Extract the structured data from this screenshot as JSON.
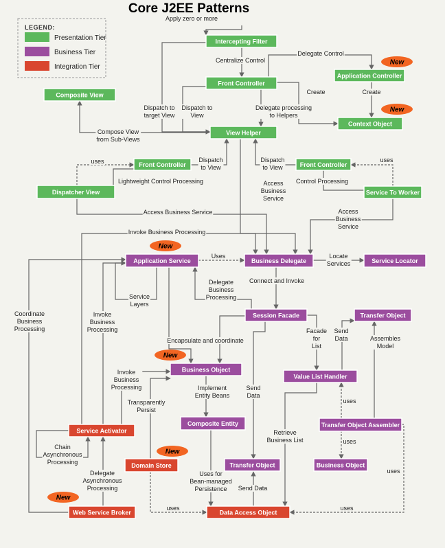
{
  "title": "Core J2EE Patterns",
  "legend": {
    "heading": "LEGEND:",
    "items": [
      {
        "label": "Presentation Tier",
        "color": "#5cb85c"
      },
      {
        "label": "Business Tier",
        "color": "#9b4d9e"
      },
      {
        "label": "Integration Tier",
        "color": "#d9462f"
      }
    ]
  },
  "colors": {
    "presentation": "#5cb85c",
    "business": "#9b4d9e",
    "integration": "#d9462f",
    "badge": "#f26522",
    "line": "#666666"
  },
  "badge_label": "New",
  "nodes": [
    {
      "id": "interceptingFilter",
      "label": "Intercepting Filter",
      "tier": "presentation"
    },
    {
      "id": "frontController",
      "label": "Front Controller",
      "tier": "presentation"
    },
    {
      "id": "applicationController",
      "label": "Application Controller",
      "tier": "presentation"
    },
    {
      "id": "compositeView",
      "label": "Composite View",
      "tier": "presentation"
    },
    {
      "id": "contextObject",
      "label": "Context Object",
      "tier": "presentation"
    },
    {
      "id": "viewHelper",
      "label": "View Helper",
      "tier": "presentation"
    },
    {
      "id": "frontControllerLeft",
      "label": "Front Controller",
      "tier": "presentation"
    },
    {
      "id": "frontControllerRight",
      "label": "Front Controller",
      "tier": "presentation"
    },
    {
      "id": "dispatcherView",
      "label": "Dispatcher View",
      "tier": "presentation"
    },
    {
      "id": "serviceToWorker",
      "label": "Service To Worker",
      "tier": "presentation"
    },
    {
      "id": "applicationService",
      "label": "Application Service",
      "tier": "business"
    },
    {
      "id": "businessDelegate",
      "label": "Business Delegate",
      "tier": "business"
    },
    {
      "id": "serviceLocator",
      "label": "Service Locator",
      "tier": "business"
    },
    {
      "id": "sessionFacade",
      "label": "Session Facade",
      "tier": "business"
    },
    {
      "id": "transferObjectTop",
      "label": "Transfer Object",
      "tier": "business"
    },
    {
      "id": "businessObjectMain",
      "label": "Business Object",
      "tier": "business"
    },
    {
      "id": "valueListHandler",
      "label": "Value List Handler",
      "tier": "business"
    },
    {
      "id": "compositeEntity",
      "label": "Composite Entity",
      "tier": "business"
    },
    {
      "id": "transferObjectAssembler",
      "label": "Transfer Object Assembler",
      "tier": "business"
    },
    {
      "id": "serviceActivator",
      "label": "Service Activator",
      "tier": "integration"
    },
    {
      "id": "domainStore",
      "label": "Domain Store",
      "tier": "integration"
    },
    {
      "id": "transferObjectBottom",
      "label": "Transfer Object",
      "tier": "business"
    },
    {
      "id": "businessObjectSmall",
      "label": "Business Object",
      "tier": "business"
    },
    {
      "id": "webServiceBroker",
      "label": "Web Service Broker",
      "tier": "integration"
    },
    {
      "id": "dataAccessObject",
      "label": "Data Access Object",
      "tier": "integration"
    }
  ],
  "edge_labels": [
    {
      "id": "applyZero",
      "lines": [
        "Apply zero or more"
      ]
    },
    {
      "id": "centralizeControl",
      "lines": [
        "Centralize Control"
      ]
    },
    {
      "id": "delegateControl",
      "lines": [
        "Delegate Control"
      ]
    },
    {
      "id": "createAppCtrl",
      "lines": [
        "Create"
      ]
    },
    {
      "id": "createCtx",
      "lines": [
        "Create"
      ]
    },
    {
      "id": "dispatchTargetView",
      "lines": [
        "Dispatch to",
        "target View"
      ]
    },
    {
      "id": "dispatchToView",
      "lines": [
        "Dispatch to",
        "View"
      ]
    },
    {
      "id": "delegateHelpers",
      "lines": [
        "Delegate processing",
        "to Helpers"
      ]
    },
    {
      "id": "composeView",
      "lines": [
        "Compose View",
        "from Sub-Views"
      ]
    },
    {
      "id": "usesLeft",
      "lines": [
        "uses"
      ]
    },
    {
      "id": "dispatchViewLeft",
      "lines": [
        "Dispatch",
        "to View"
      ]
    },
    {
      "id": "lightweight",
      "lines": [
        "Lightweight Control Processing"
      ]
    },
    {
      "id": "dispatchViewRight",
      "lines": [
        "Dispatch",
        "to View"
      ]
    },
    {
      "id": "usesRight",
      "lines": [
        "uses"
      ]
    },
    {
      "id": "accessBSMid",
      "lines": [
        "Access",
        "Business",
        "Service"
      ]
    },
    {
      "id": "controlProcessing",
      "lines": [
        "Control Processing"
      ]
    },
    {
      "id": "accessBS",
      "lines": [
        "Access Business Service"
      ]
    },
    {
      "id": "accessBSRight",
      "lines": [
        "Access",
        "Business",
        "Service"
      ]
    },
    {
      "id": "invokeBP",
      "lines": [
        "Invoke Business Processing"
      ]
    },
    {
      "id": "usesAS",
      "lines": [
        "Uses"
      ]
    },
    {
      "id": "locateServices",
      "lines": [
        "Locate",
        "Services"
      ]
    },
    {
      "id": "delegateBP",
      "lines": [
        "Delegate",
        "Business",
        "Processing"
      ]
    },
    {
      "id": "connectInvoke",
      "lines": [
        "Connect and Invoke"
      ]
    },
    {
      "id": "serviceLayers",
      "lines": [
        "Service",
        "Layers"
      ]
    },
    {
      "id": "coordinateBP",
      "lines": [
        "Coordinate",
        "Business",
        "Processing"
      ]
    },
    {
      "id": "invokeBPLeft",
      "lines": [
        "Invoke",
        "Business",
        "Processing"
      ]
    },
    {
      "id": "encapsulate",
      "lines": [
        "Encapsulate and coordinate"
      ]
    },
    {
      "id": "facadeForList",
      "lines": [
        "Facade",
        "for",
        "List"
      ]
    },
    {
      "id": "sendDataTop",
      "lines": [
        "Send",
        "Data"
      ]
    },
    {
      "id": "assemblesModel",
      "lines": [
        "Assembles",
        "Model"
      ]
    },
    {
      "id": "invokeBPSA",
      "lines": [
        "Invoke",
        "Business",
        "Processing"
      ]
    },
    {
      "id": "implementEB",
      "lines": [
        "Implement",
        "Entity Beans"
      ]
    },
    {
      "id": "sendDataMid",
      "lines": [
        "Send",
        "Data"
      ]
    },
    {
      "id": "transparentlyPersist",
      "lines": [
        "Transparently",
        "Persist"
      ]
    },
    {
      "id": "usesVLH",
      "lines": [
        "uses"
      ]
    },
    {
      "id": "chainAsync",
      "lines": [
        "Chain",
        "Asynchronous",
        "Processing"
      ]
    },
    {
      "id": "retrieveBL",
      "lines": [
        "Retrieve",
        "Business List"
      ]
    },
    {
      "id": "usesTOA",
      "lines": [
        "uses"
      ]
    },
    {
      "id": "usesBOSmall",
      "lines": [
        "uses"
      ]
    },
    {
      "id": "usesForBMP",
      "lines": [
        "Uses for",
        "Bean-managed",
        "Persistence"
      ]
    },
    {
      "id": "sendDataBottom",
      "lines": [
        "Send Data"
      ]
    },
    {
      "id": "delegateAsync",
      "lines": [
        "Delegate",
        "Asynchronous",
        "Processing"
      ]
    },
    {
      "id": "usesDS",
      "lines": [
        "uses"
      ]
    },
    {
      "id": "usesDAO",
      "lines": [
        "uses"
      ]
    }
  ]
}
